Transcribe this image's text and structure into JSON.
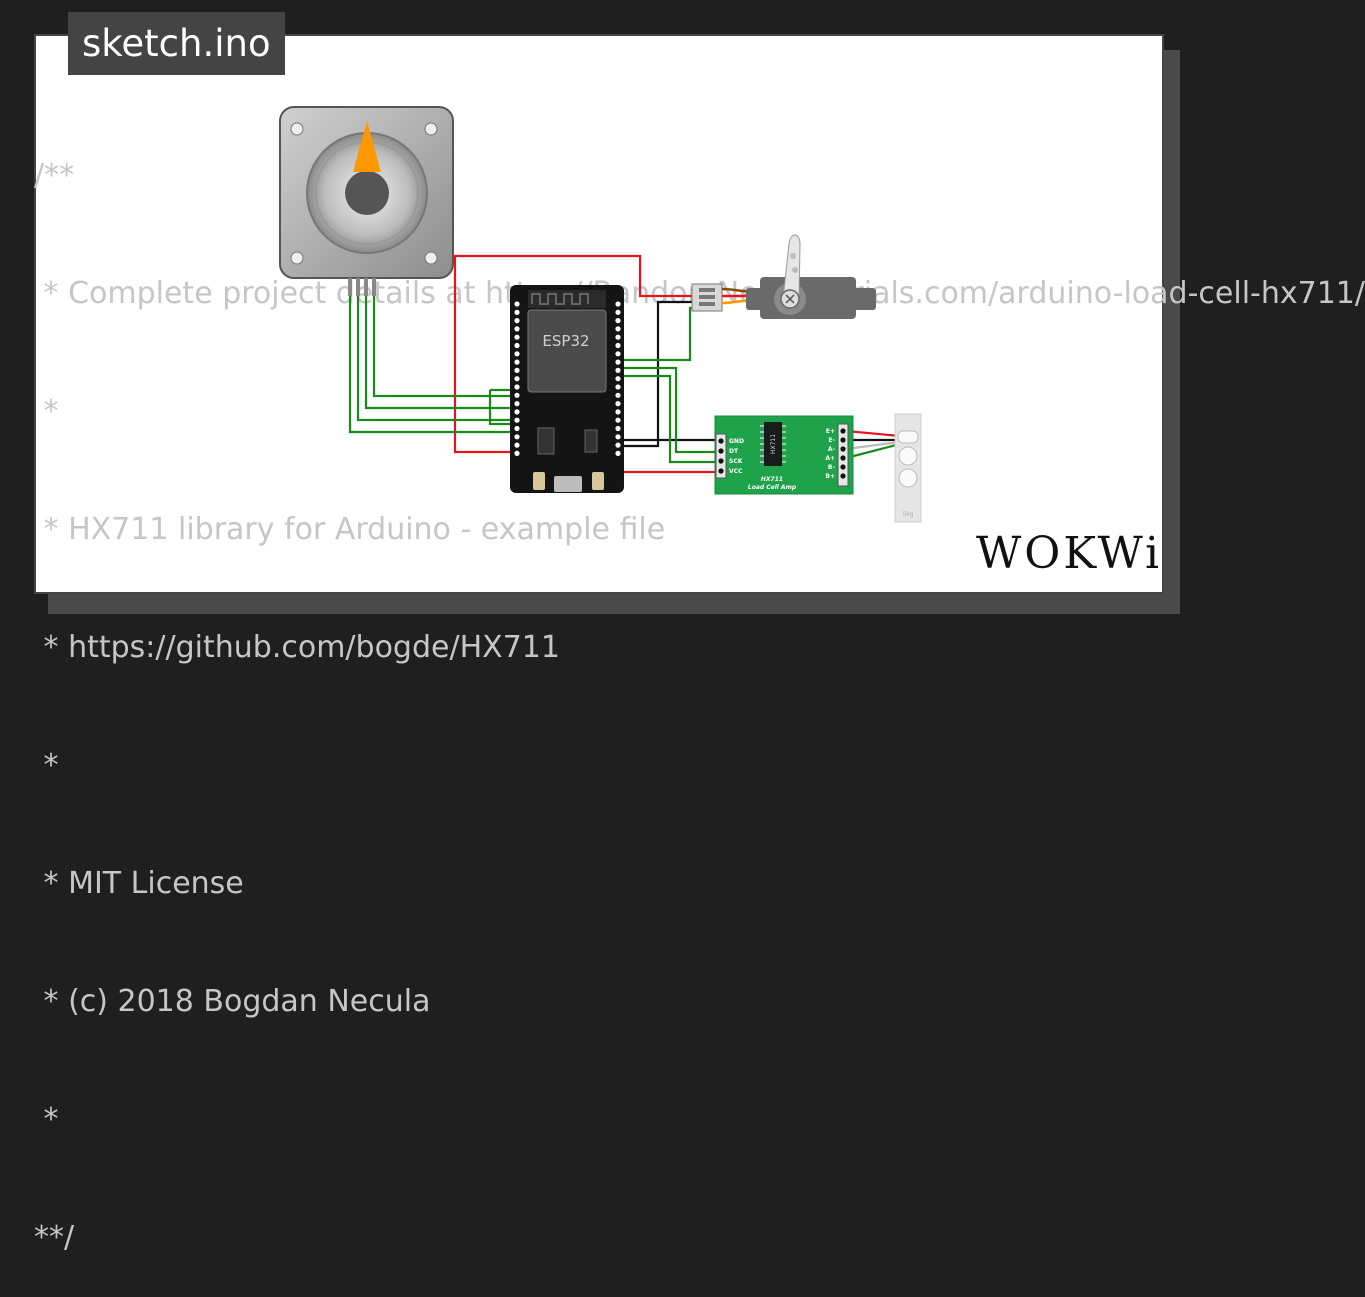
{
  "file_tab": {
    "title": "sketch.ino"
  },
  "code_lines": [
    "/**",
    " * Complete project details at https://RandomNerdTutorials.com/arduino-load-cell-hx711/",
    " *",
    " * HX711 library for Arduino - example file",
    " * https://github.com/bogde/HX711",
    " *",
    " * MIT License",
    " * (c) 2018 Bogdan Necula",
    " *",
    "**/"
  ],
  "components": {
    "esp32": {
      "label": "ESP32"
    },
    "hx711": {
      "chip_label": "HX711",
      "title": "HX711",
      "subtitle": "Load Cell Amp",
      "pins_left": [
        "GND",
        "DT",
        "SCK",
        "VCC"
      ],
      "pins_right": [
        "E+",
        "E-",
        "A-",
        "A+",
        "B-",
        "B+"
      ]
    },
    "load_cell": {
      "label": "5kg"
    }
  },
  "colors": {
    "wire_red": "#e8141b",
    "wire_black": "#111111",
    "wire_green": "#1a8a1a",
    "pcb_green": "#1fa34a",
    "board_black": "#141414",
    "motor_accent": "#ff9800"
  },
  "brand": {
    "logo": "WOKWi"
  }
}
